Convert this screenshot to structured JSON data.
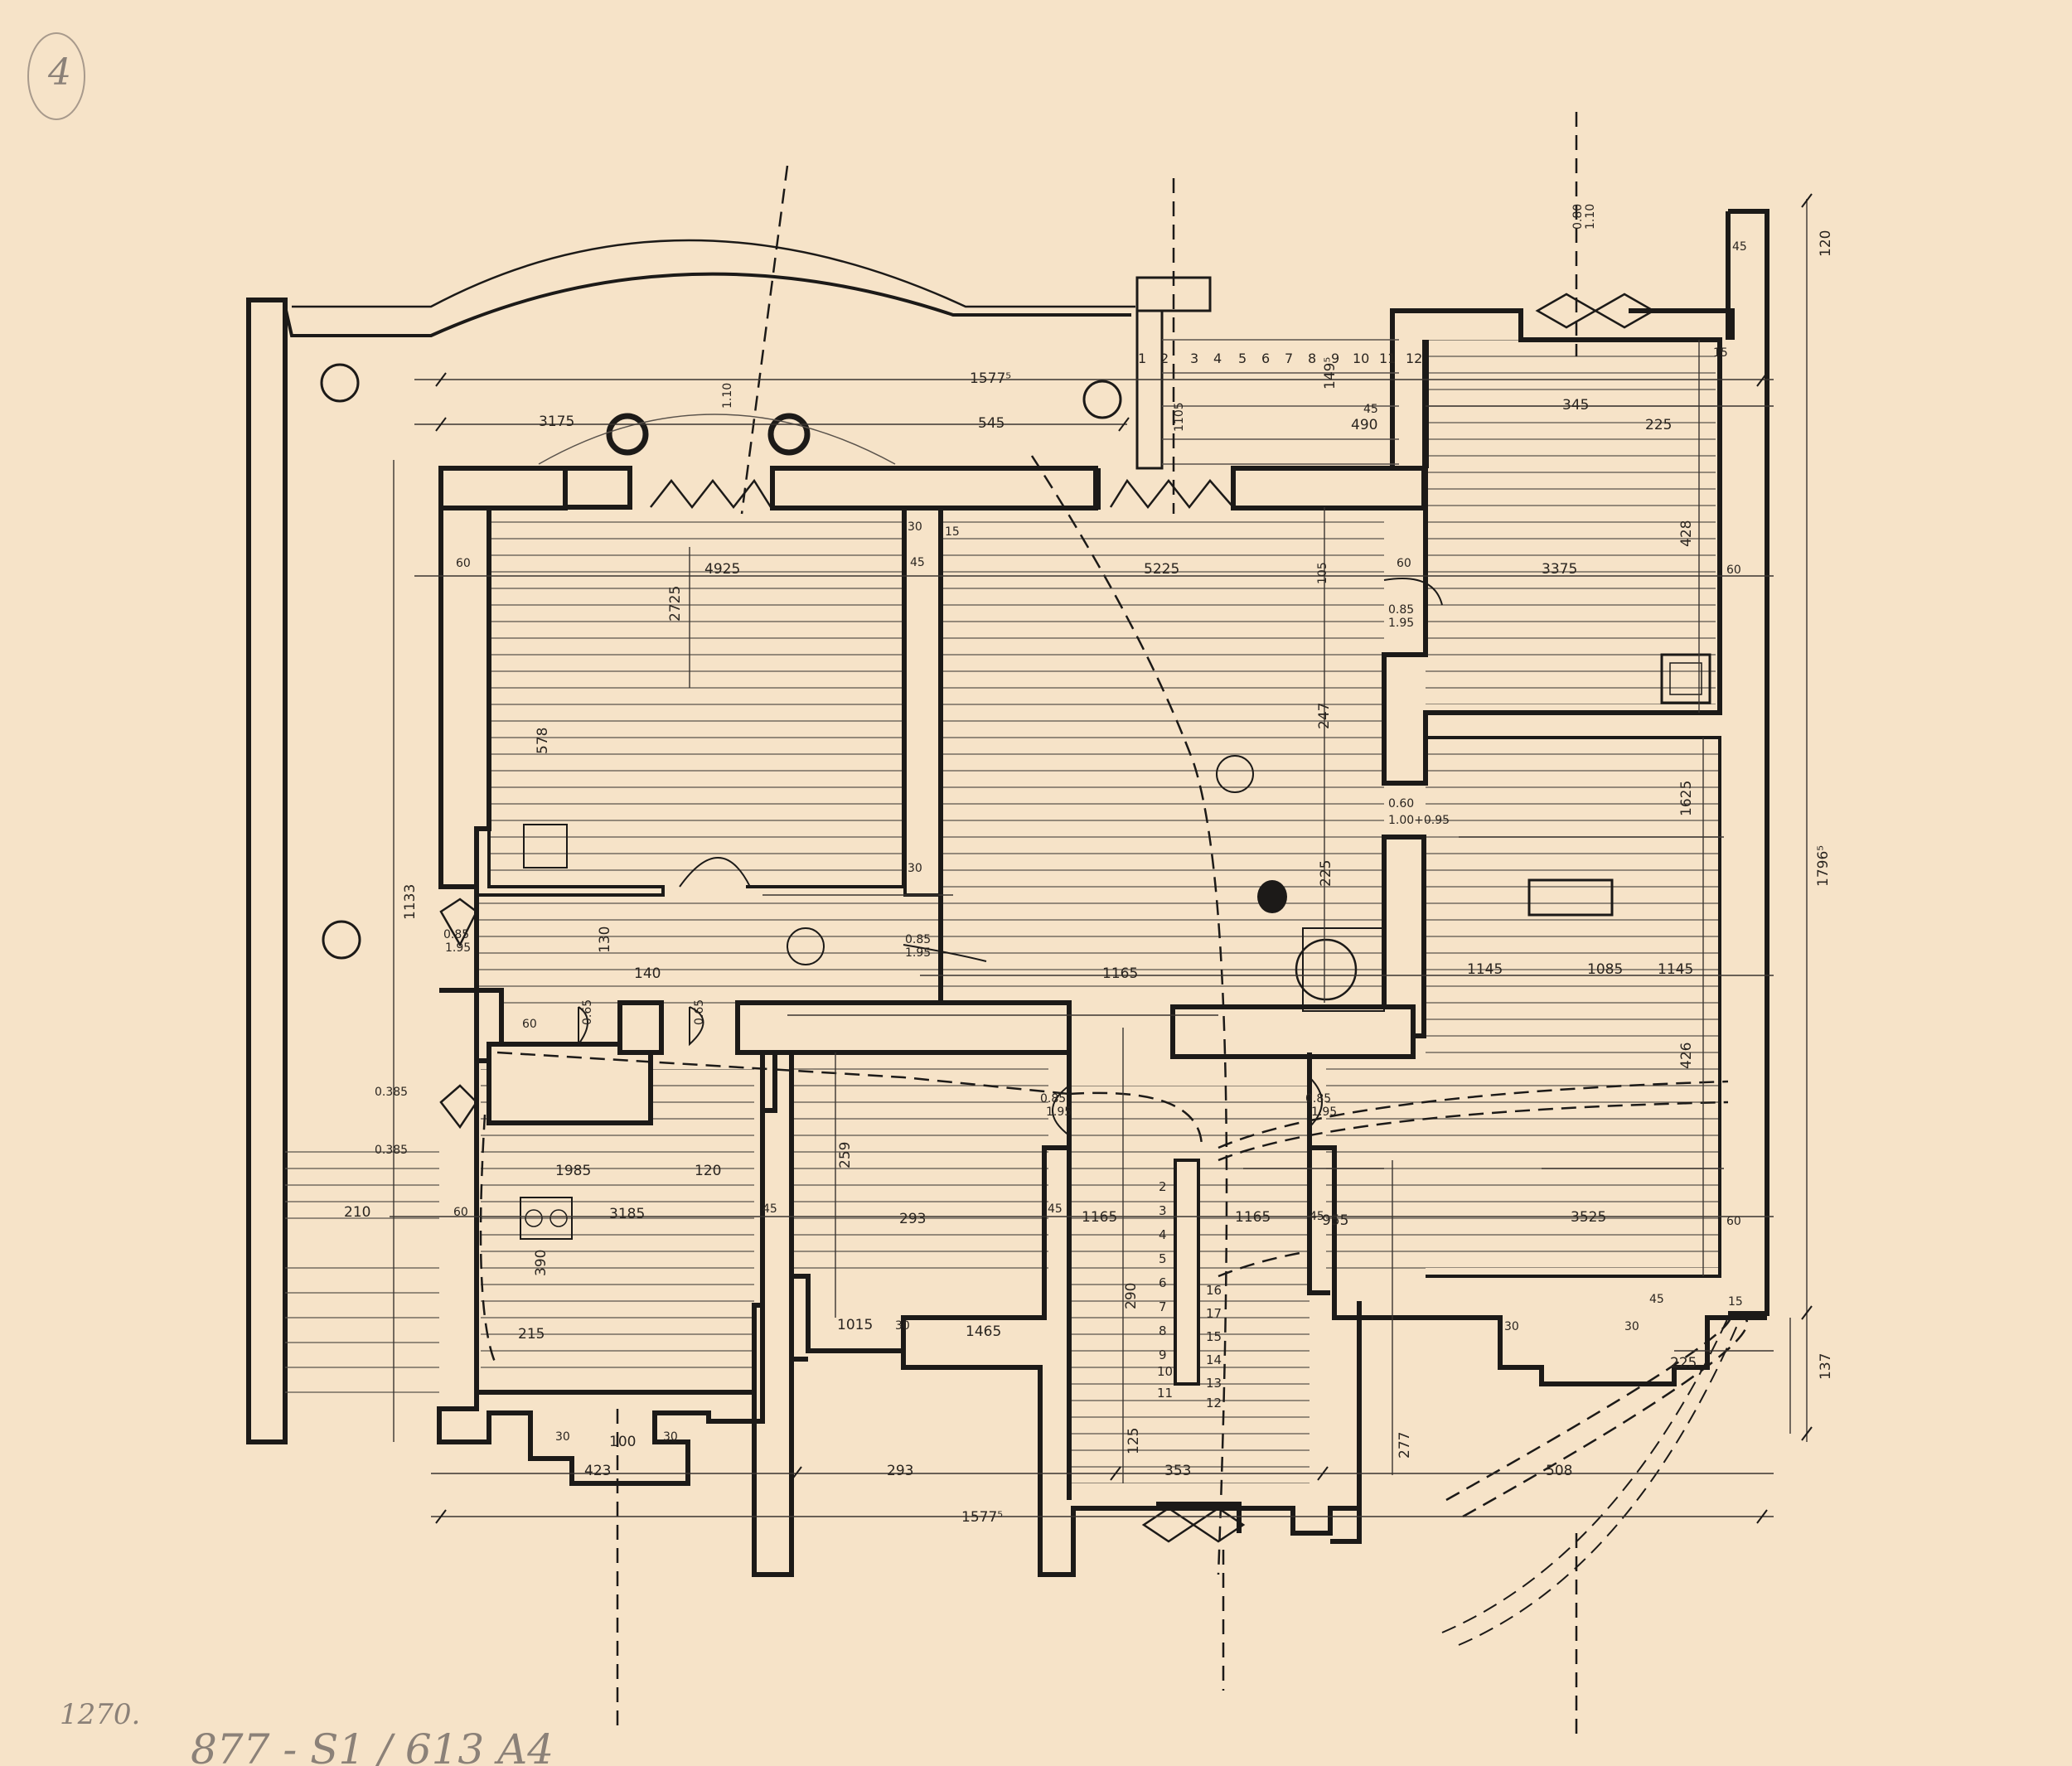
{
  "sheet": {
    "corner_mark": "4",
    "catalog_number": "1270.",
    "archive_reference": "877 - S1 / 613  A4",
    "colors": {
      "paper": "#f6e3c8",
      "ink": "#1c1a18",
      "hatch": "#5a534c",
      "pencil": "#9a8f84"
    }
  },
  "dimensions": {
    "total_width_top": "1577⁵",
    "total_width_bottom": "1577⁵",
    "total_depth_right": "1796⁵",
    "terrace_width": "3175",
    "front_room_width": "545",
    "room_nw_width": "4925",
    "room_nw_depth": "578",
    "room_nw_inner": "2725",
    "hall_width": "5225",
    "hall_depth": "247",
    "hall_depth_lower": "225",
    "room_ne_width": "3375",
    "room_ne_depth": "428",
    "room_ne_top": "345",
    "room_ne_side": "225",
    "stair_width": "149⁵",
    "stair_run": "490",
    "room_e_depth_1": "1625",
    "room_e_depth_2": "426",
    "room_e_width": "3525",
    "window_e_1": "1145",
    "window_e_2": "1085",
    "window_e_3": "1145",
    "corridor_width": "140",
    "corridor_depth": "130",
    "kitchen_width": "3185",
    "kitchen_depth": "390",
    "kitchen_sub_1": "1985",
    "kitchen_sub_2": "120",
    "room_sc_width": "293",
    "room_sc_depth": "259",
    "stair2_width": "1165",
    "stair2_width_b": "1165",
    "stair2_run": "290",
    "bottom_1": "293",
    "bottom_2": "353",
    "bottom_3": "508",
    "bottom_left": "423",
    "bottom_window": "100",
    "porch_depth": "210",
    "left_depth": "1133",
    "right_bottom": "137",
    "right_top": "120",
    "wall_thick_60": "60",
    "wall_thick_45": "45",
    "wall_thick_30": "30",
    "wall_thick_15": "15",
    "door_085": "0.85",
    "door_195": "1.95",
    "window_080": "0.80",
    "window_110": "1.10",
    "dim_1165": "1165",
    "dim_1015": "1015",
    "dim_1465": "1465",
    "dim_955": "955",
    "dim_277": "277",
    "dim_125": "125",
    "dim_105": "105",
    "dim_1105": "1105",
    "dim_215": "215",
    "dim_0385": "0.385",
    "dim_065": "0.65",
    "dim_060": "0.60",
    "dim_100_095": "1.00+0.95"
  },
  "stair_steps": [
    "1",
    "2",
    "3",
    "4",
    "5",
    "6",
    "7",
    "8",
    "9",
    "10",
    "11",
    "12"
  ],
  "stair2_steps": [
    "2",
    "3",
    "4",
    "5",
    "6",
    "7",
    "8",
    "9",
    "10",
    "11"
  ],
  "stair2_right_steps": [
    "16",
    "17",
    "15",
    "14",
    "13",
    "12"
  ]
}
